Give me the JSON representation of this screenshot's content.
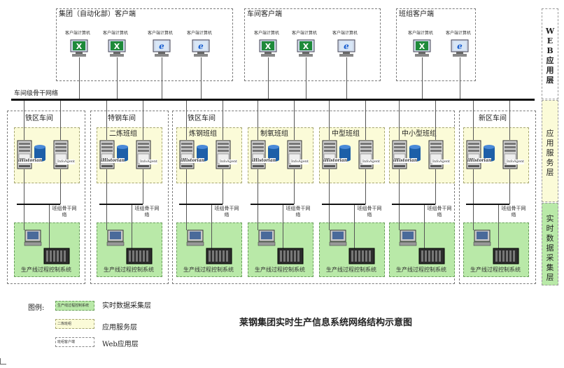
{
  "client_groups": [
    {
      "title": "集团（自动化部）客户端",
      "computers": [
        "客户端计算机",
        "客户端计算机",
        "客户端计算机",
        "客户端计算机"
      ],
      "icons": [
        "excel",
        "excel",
        "ie",
        "ie"
      ]
    },
    {
      "title": "车间客户端",
      "computers": [
        "客户端计算机",
        "客户端计算机",
        "客户端计算机"
      ],
      "icons": [
        "excel",
        "excel",
        "ie"
      ]
    },
    {
      "title": "班组客户端",
      "computers": [
        "客户端计算机",
        "客户端计算机"
      ],
      "icons": [
        "excel",
        "ie"
      ]
    }
  ],
  "backbone_label": "车间级骨干网络",
  "workshops": [
    {
      "title": "铁区车间"
    },
    {
      "title": "特钢车间"
    },
    {
      "title": "铁区车间"
    },
    {
      "title": "新区车间"
    }
  ],
  "server_groups": [
    {
      "title": ""
    },
    {
      "title": "二炼班组"
    },
    {
      "title": "炼钢班组"
    },
    {
      "title": "制氧班组"
    },
    {
      "title": "中型班组"
    },
    {
      "title": "中小型班组"
    },
    {
      "title": ""
    }
  ],
  "server_labels": {
    "historian": "iHistorian",
    "agent": "InfoAgent"
  },
  "team_net_label": "班组骨干网络",
  "control_system_label": "生产线过程控制系统",
  "layers": [
    "WEB应用层",
    "应用服务层",
    "实时数据采集层"
  ],
  "legend": {
    "title": "图例:",
    "items": [
      {
        "swatch_text": "生产线过程控制系统",
        "label": "实时数据采集层",
        "color": "#b9e9a8"
      },
      {
        "swatch_text": "二炼班组",
        "label": "应用服务层",
        "color": "#fbfbd8"
      },
      {
        "swatch_text": "班组客户端",
        "label": "Web应用层",
        "color": "#ffffff"
      }
    ]
  },
  "diagram_title": "莱钢集团实时生产信息系统网络结构示意图",
  "colors": {
    "control_zone": "#b9e9a8",
    "service_zone": "#fbfbd8",
    "web_zone": "#ffffff"
  }
}
